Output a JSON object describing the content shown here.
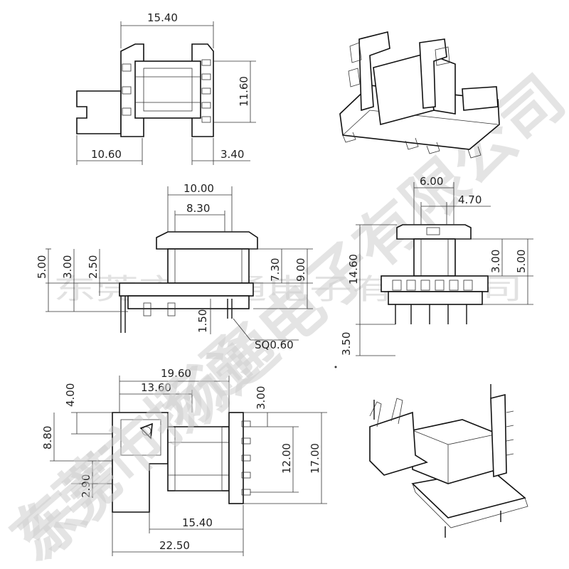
{
  "watermark": {
    "diagonal": "东莞市扬通电子有限公司",
    "horizontal": "东莞市扬通电子有限公司",
    "bottom": "东莞市扬通"
  },
  "top_view": {
    "width": "15.40",
    "height": "11.60",
    "tail": "10.60",
    "pin_offset": "3.40"
  },
  "front_view": {
    "outer_width": "10.00",
    "inner_width": "8.30",
    "h_5": "5.00",
    "h_3": "3.00",
    "h_25": "2.50",
    "h_73": "7.30",
    "h_9": "9.00",
    "pin_15": "1.50",
    "pin_sq": "SQ0.60"
  },
  "side_view": {
    "w_6": "6.00",
    "w_47": "4.70",
    "h_146": "14.60",
    "h_3": "3.00",
    "h_5": "5.00",
    "h_35": "3.50"
  },
  "bottom_view": {
    "w_196": "19.60",
    "w_136": "13.60",
    "h_4": "4.00",
    "h_88": "8.80",
    "h_3": "3.00",
    "h_12": "12.00",
    "h_17": "17.00",
    "h_29": "2.90",
    "w_154": "15.40",
    "w_225": "22.50"
  }
}
